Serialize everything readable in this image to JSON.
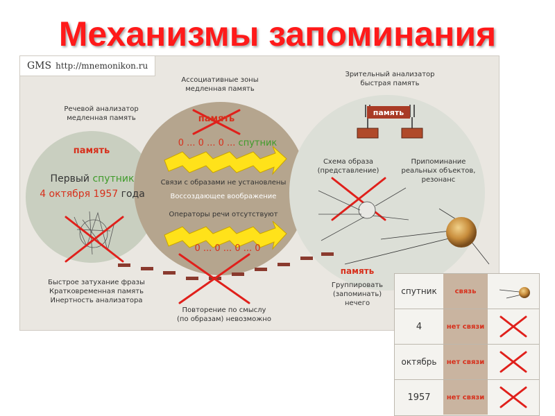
{
  "title": "Механизмы запоминания",
  "gms": {
    "brand": "GMS",
    "url": "http://mnemonikon.ru"
  },
  "left": {
    "header": [
      "Речевой анализатор",
      "медленная память"
    ],
    "word": "память",
    "line1_a": "Первый",
    "line1_b": "спутник",
    "line2_a": "4 октября 1957",
    "line2_b": "года",
    "footer": [
      "Быстрое затухание фразы",
      "Кратковременная память",
      "Инертность анализатора"
    ]
  },
  "middle": {
    "header": [
      "Ассоциативные зоны",
      "медленная память"
    ],
    "word": "память",
    "seq1_a": "0 ... 0 ... 0 ...",
    "seq1_b": "спутник",
    "note1": "Связи с образами не установлены",
    "note2": "Воссоздающее воображение",
    "note3": "Операторы речи отсутствуют",
    "seq2": "0 ... 0 ... 0 ... 0",
    "footer": [
      "Повторение по смыслу",
      "(по образам) невозможно"
    ]
  },
  "right": {
    "header": [
      "Зрительный анализатор",
      "быстрая память"
    ],
    "stamp": "память",
    "scheme": [
      "Схема образа",
      "(представление)"
    ],
    "recall": [
      "Припоминание",
      "реальных объектов,",
      "резонанс"
    ],
    "word": "память",
    "footer": [
      "Группировать",
      "(запоминать)",
      "нечего"
    ]
  },
  "table": {
    "rows": [
      {
        "word": "спутник",
        "link": "связь"
      },
      {
        "word": "4",
        "link": "нет связи"
      },
      {
        "word": "октябрь",
        "link": "нет связи"
      },
      {
        "word": "1957",
        "link": "нет связи"
      }
    ]
  },
  "colors": {
    "accent": "#ff1a1a",
    "red_text": "#d7301c",
    "green_text": "#3f9b2a",
    "arrow": "#ffe21a",
    "left_circle": "#c9cfc0",
    "middle_circle": "#b5a58e",
    "right_circle": "#dcdfd7"
  }
}
